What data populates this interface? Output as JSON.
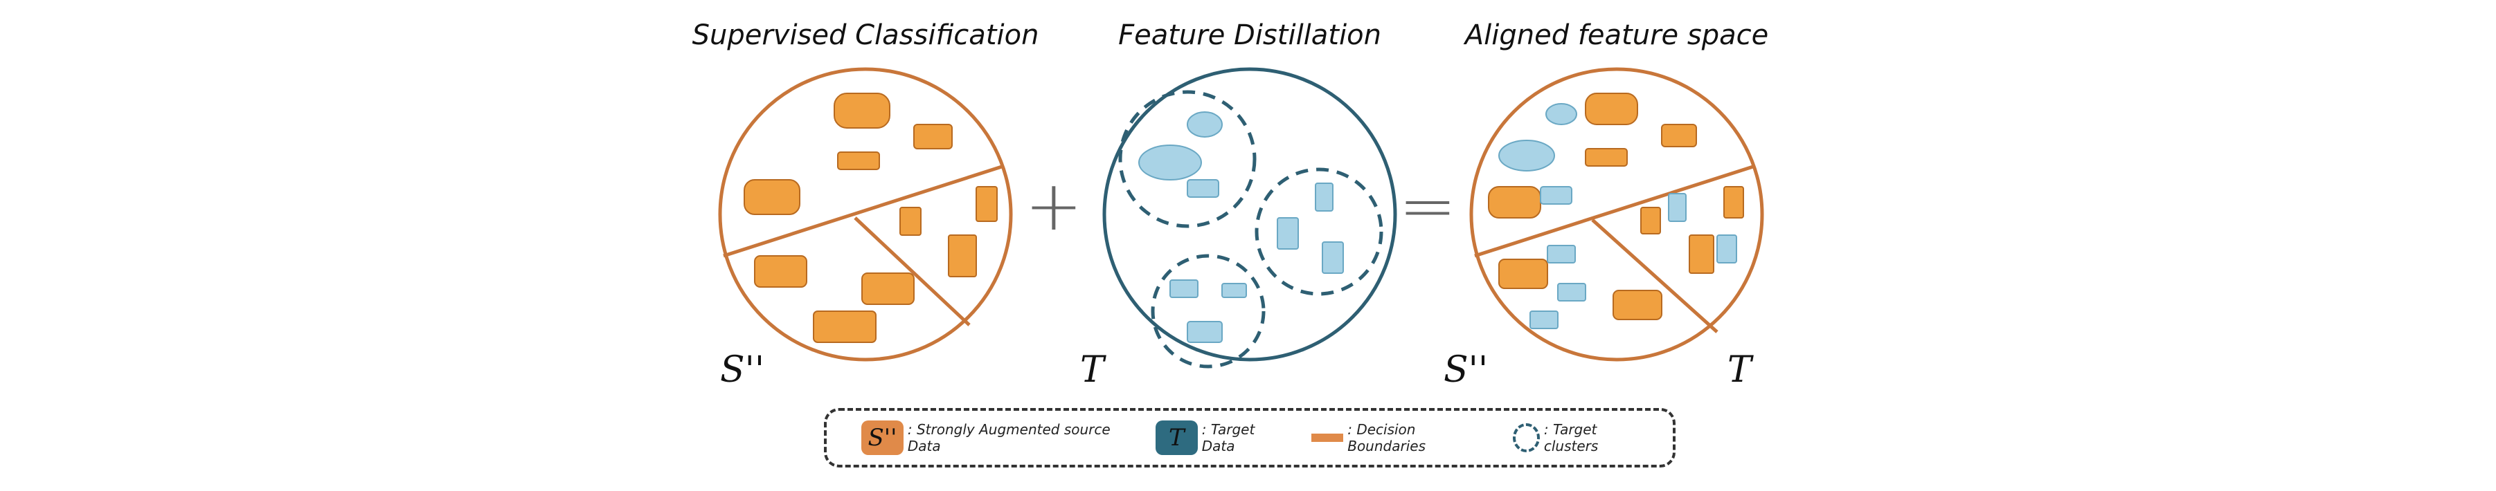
{
  "titles": {
    "left": "Supervised Classification",
    "middle": "Feature Distillation",
    "right": "Aligned feature space"
  },
  "labels": {
    "source": "S''",
    "target": "T"
  },
  "operators": {
    "plus": "+",
    "equals": "="
  },
  "legend": {
    "source_symbol": "S''",
    "source_text": ": Strongly Augmented source Data",
    "target_symbol": "T",
    "target_text": ": Target Data",
    "boundary_text": ": Decision Boundaries",
    "cluster_text": ": Target clusters"
  },
  "colors": {
    "source": "#e08a49",
    "source_object": "#f0a040",
    "target_ring": "#2e5f73",
    "target_object": "#a9d3e6",
    "target_swatch": "#2e6b80"
  }
}
